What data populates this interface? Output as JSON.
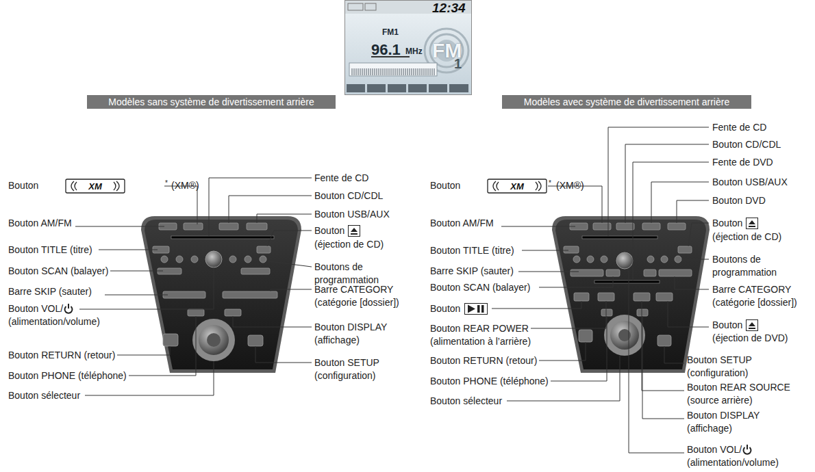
{
  "diagram": {
    "nodes": [
      {
        "text": [
          "12:34",
          "FM1",
          "96.1",
          "MHz",
          "FM",
          "1"
        ]
      },
      {
        "text": [
          "Modèles sans système de divertissement arrière"
        ]
      },
      {
        "text": [
          "Modèles avec système de divertissement arrière"
        ]
      }
    ],
    "labels": [
      "Bouton",
      "XM",
      "*",
      "(XM®)",
      "Bouton AM/FM",
      "Bouton TITLE (titre)",
      "Bouton SCAN (balayer)",
      "Barre SKIP (sauter)",
      "Bouton VOL/",
      "(alimentation/volume)",
      "Bouton RETURN (retour)",
      "Bouton PHONE (téléphone)",
      "Bouton sélecteur",
      "Fente de CD",
      "Bouton CD/CDL",
      "Bouton USB/AUX",
      "Bouton",
      "(éjection de CD)",
      "Boutons de programmation",
      "Barre CATEGORY (catégorie [dossier])",
      "Bouton DISPLAY (affichage)",
      "Bouton SETUP (configuration)",
      "Bouton",
      "XM",
      "*",
      "(XM®)",
      "Bouton AM/FM",
      "Bouton TITLE (titre)",
      "Barre SKIP (sauter)",
      "Bouton SCAN (balayer)",
      "Bouton",
      "Bouton REAR POWER (alimentation à l’arrière)",
      "Bouton RETURN (retour)",
      "Bouton PHONE (téléphone)",
      "Bouton sélecteur",
      "Fente de CD",
      "Bouton CD/CDL",
      "Fente de DVD",
      "Bouton USB/AUX",
      "Bouton DVD",
      "Bouton",
      "(éjection de CD)",
      "Boutons de programmation",
      "Barre CATEGORY (catégorie [dossier])",
      "Bouton",
      "(éjection de DVD)",
      "Bouton SETUP (configuration)",
      "Bouton REAR SOURCE (source arrière)",
      "Bouton DISPLAY (affichage)",
      "Bouton VOL/",
      "(alimentation/volume)"
    ]
  }
}
